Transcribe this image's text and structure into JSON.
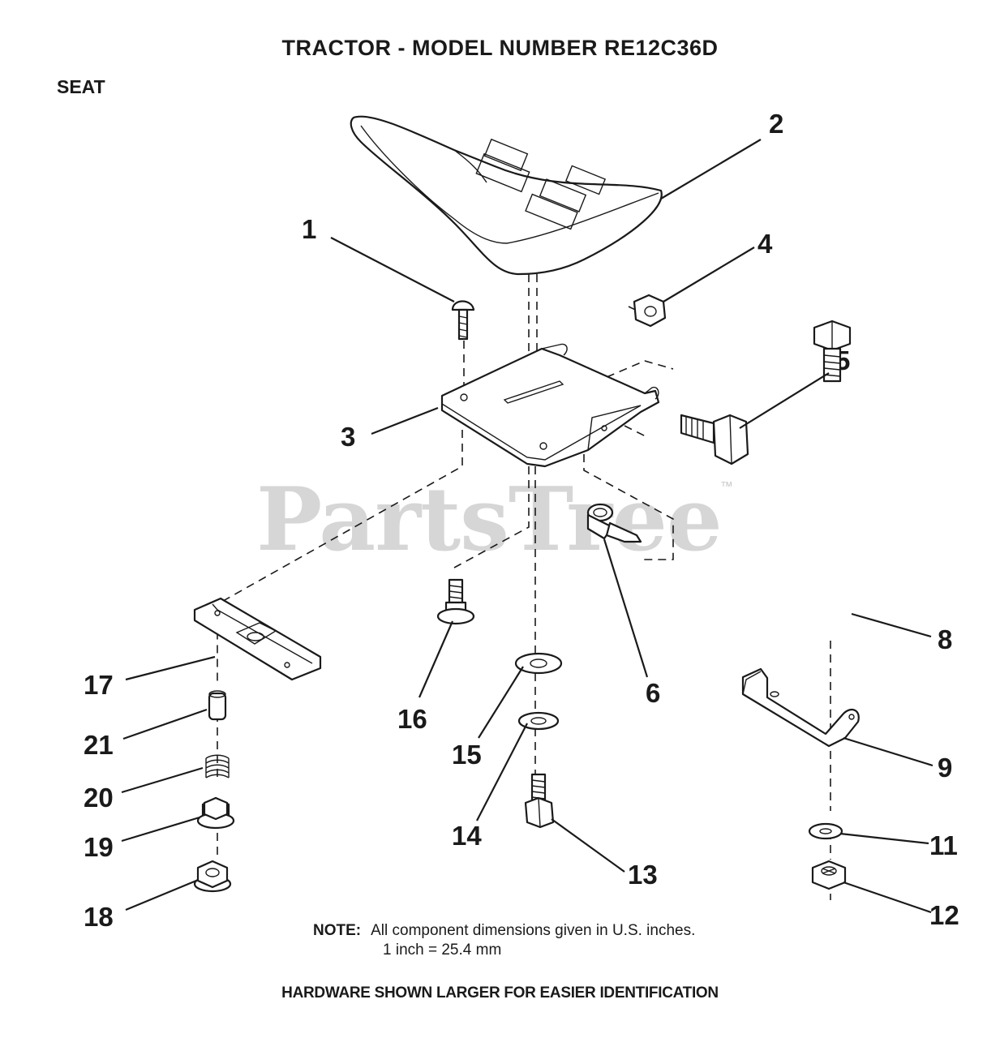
{
  "header": {
    "title": "TRACTOR  - MODEL NUMBER RE12C36D",
    "section": "SEAT"
  },
  "watermark": {
    "text": "PartsTree",
    "trademark": "™"
  },
  "callouts": {
    "c1": "1",
    "c2": "2",
    "c3": "3",
    "c4": "4",
    "c5": "5",
    "c6": "6",
    "c8": "8",
    "c9": "9",
    "c11": "11",
    "c12": "12",
    "c13": "13",
    "c14": "14",
    "c15": "15",
    "c16": "16",
    "c17": "17",
    "c18": "18",
    "c19": "19",
    "c20": "20",
    "c21": "21"
  },
  "note": {
    "label": "NOTE:",
    "line1": "All component dimensions given in U.S. inches.",
    "line2": "1 inch = 25.4 mm"
  },
  "footer": {
    "hardware_note": "HARDWARE SHOWN LARGER FOR EASIER IDENTIFICATION"
  }
}
